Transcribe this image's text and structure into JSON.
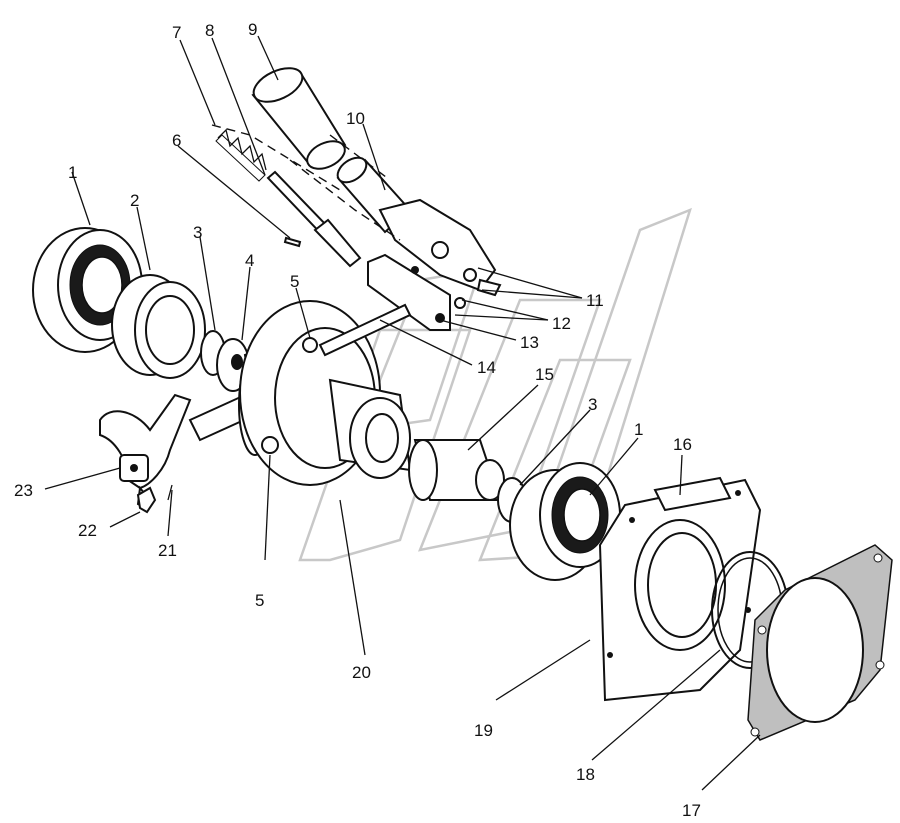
{
  "labels": {
    "l1a": "1",
    "l1b": "1",
    "l2": "2",
    "l3a": "3",
    "l3b": "3",
    "l4": "4",
    "l5a": "5",
    "l5b": "5",
    "l6": "6",
    "l7": "7",
    "l8": "8",
    "l9": "9",
    "l10": "10",
    "l11": "11",
    "l12": "12",
    "l13": "13",
    "l14": "14",
    "l15": "15",
    "l16": "16",
    "l17": "17",
    "l18": "18",
    "l19": "19",
    "l20": "20",
    "l21": "21",
    "l22": "22",
    "l23": "23"
  }
}
